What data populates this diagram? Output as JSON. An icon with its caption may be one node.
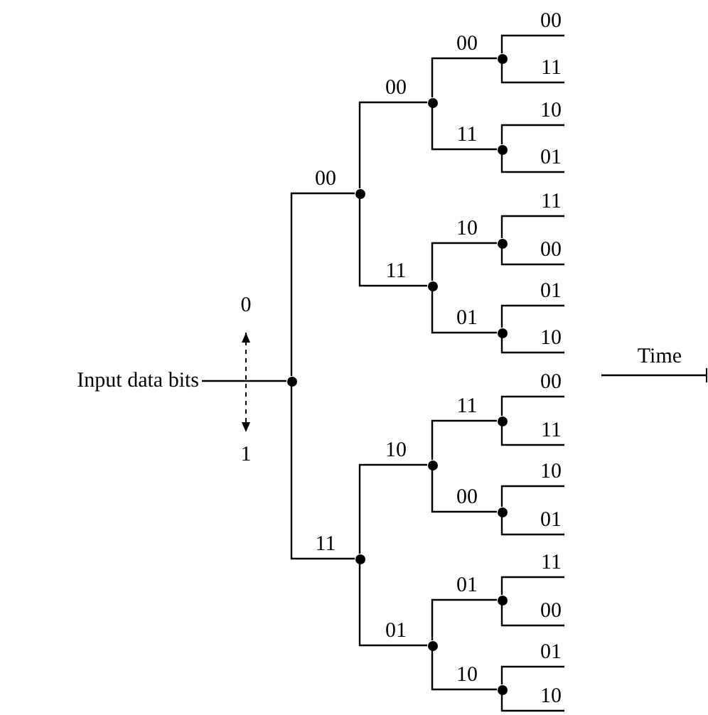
{
  "diagram": {
    "nodes": [
      {
        "text": [
          "Input data bits"
        ]
      },
      {
        "text": [],
        "shape": "circle"
      },
      {
        "text": [],
        "shape": "circle"
      },
      {
        "text": [],
        "shape": "circle"
      },
      {
        "text": [],
        "shape": "circle"
      },
      {
        "text": [],
        "shape": "circle"
      },
      {
        "text": [],
        "shape": "circle"
      },
      {
        "text": [],
        "shape": "circle"
      },
      {
        "text": [],
        "shape": "circle"
      },
      {
        "text": [],
        "shape": "circle"
      },
      {
        "text": [],
        "shape": "circle"
      },
      {
        "text": [],
        "shape": "circle"
      },
      {
        "text": [],
        "shape": "circle"
      },
      {
        "text": [],
        "shape": "circle"
      },
      {
        "text": [],
        "shape": "circle"
      },
      {
        "text": [],
        "shape": "circle"
      }
    ],
    "edges": [
      {
        "from": 0,
        "to": 1,
        "arrow": "none"
      },
      {
        "from": 1,
        "to": 2,
        "arrow": "none",
        "label": "00"
      },
      {
        "from": 1,
        "to": 3,
        "arrow": "none",
        "label": "11"
      },
      {
        "from": 2,
        "to": 4,
        "arrow": "none",
        "label": "00"
      },
      {
        "from": 2,
        "to": 5,
        "arrow": "none",
        "label": "11"
      },
      {
        "from": 3,
        "to": 6,
        "arrow": "none",
        "label": "10"
      },
      {
        "from": 3,
        "to": 7,
        "arrow": "none",
        "label": "01"
      },
      {
        "from": 4,
        "to": 8,
        "arrow": "none",
        "label": "00"
      },
      {
        "from": 4,
        "to": 9,
        "arrow": "none",
        "label": "11"
      },
      {
        "from": 5,
        "to": 10,
        "arrow": "none",
        "label": "10"
      },
      {
        "from": 5,
        "to": 11,
        "arrow": "none",
        "label": "01"
      },
      {
        "from": 6,
        "to": 12,
        "arrow": "none",
        "label": "11"
      },
      {
        "from": 6,
        "to": 13,
        "arrow": "none",
        "label": "00"
      },
      {
        "from": 7,
        "to": 14,
        "arrow": "none",
        "label": "01"
      },
      {
        "from": 7,
        "to": 15,
        "arrow": "none",
        "label": "10"
      },
      {
        "from": 8,
        "to": null,
        "arrow": "none",
        "label": "00"
      },
      {
        "from": 8,
        "to": null,
        "arrow": "none",
        "label": "11"
      },
      {
        "from": 9,
        "to": null,
        "arrow": "none",
        "label": "10"
      },
      {
        "from": 9,
        "to": null,
        "arrow": "none",
        "label": "01"
      },
      {
        "from": 10,
        "to": null,
        "arrow": "none",
        "label": "11"
      },
      {
        "from": 10,
        "to": null,
        "arrow": "none",
        "label": "00"
      },
      {
        "from": 11,
        "to": null,
        "arrow": "none",
        "label": "01"
      },
      {
        "from": 11,
        "to": null,
        "arrow": "none",
        "label": "10"
      },
      {
        "from": 12,
        "to": null,
        "arrow": "none",
        "label": "00"
      },
      {
        "from": 12,
        "to": null,
        "arrow": "none",
        "label": "11"
      },
      {
        "from": 13,
        "to": null,
        "arrow": "none",
        "label": "10"
      },
      {
        "from": 13,
        "to": null,
        "arrow": "none",
        "label": "01"
      },
      {
        "from": 14,
        "to": null,
        "arrow": "none",
        "label": "11"
      },
      {
        "from": 14,
        "to": null,
        "arrow": "none",
        "label": "00"
      },
      {
        "from": 15,
        "to": null,
        "arrow": "none",
        "label": "01"
      },
      {
        "from": 15,
        "to": null,
        "arrow": "none",
        "label": "10"
      }
    ],
    "labels": [
      "0",
      "1",
      "Time"
    ]
  }
}
